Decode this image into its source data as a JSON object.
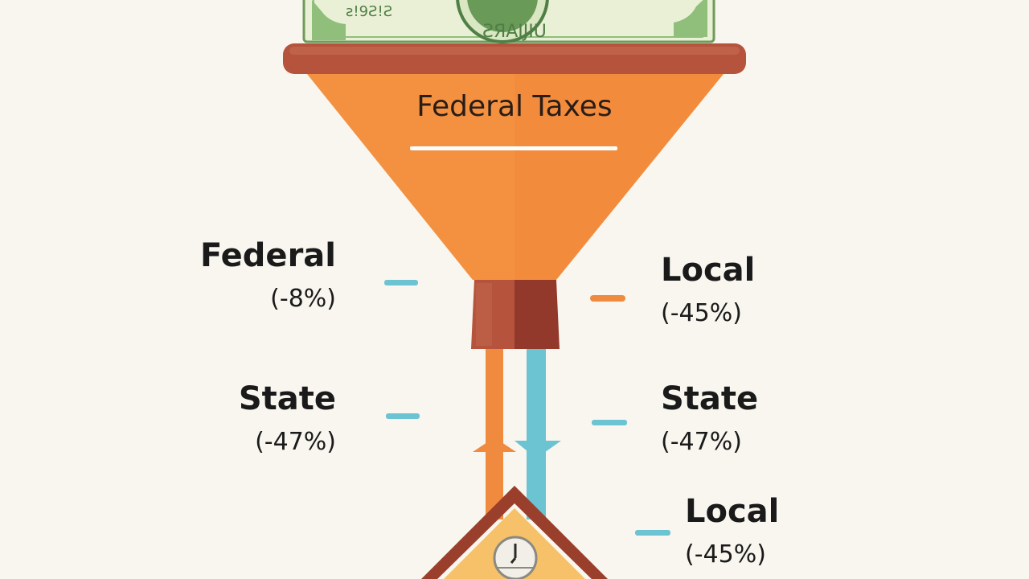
{
  "funnel": {
    "title": "Federal Taxes"
  },
  "bill": {
    "top_text": "ƨ!9Ƨ!Ƨ",
    "bottom_text": "ƧЯAJJIU"
  },
  "labels_left": [
    {
      "name": "Federal",
      "value": "(-8%)"
    },
    {
      "name": "State",
      "value": "(-47%)"
    }
  ],
  "labels_right": [
    {
      "name": "Local",
      "value": "(-45%)"
    },
    {
      "name": "State",
      "value": "(-47%)"
    },
    {
      "name": "Local",
      "value": "(-45%)"
    }
  ],
  "colors": {
    "background": "#f8f6ef",
    "funnel_orange": "#f28c3c",
    "funnel_rim": "#b5533c",
    "neck_light": "#b5533c",
    "neck_dark": "#93392b",
    "pipe_orange": "#f08a3e",
    "pipe_blue": "#6cc3d2",
    "tick_blue": "#6cc3d2",
    "tick_orange": "#f08a3e",
    "house_roof": "#9a3f2c",
    "house_wall": "#f7c16a",
    "money_green": "#8fbf7a"
  }
}
